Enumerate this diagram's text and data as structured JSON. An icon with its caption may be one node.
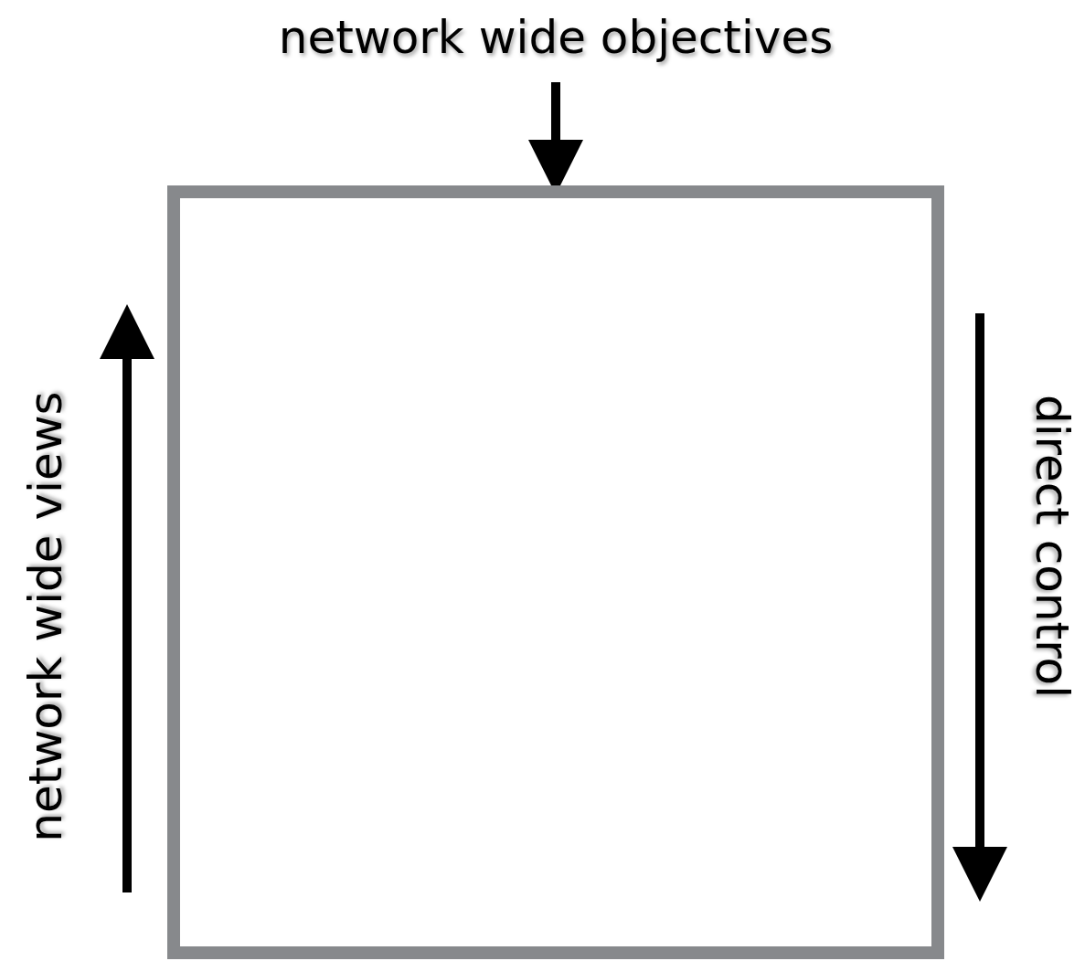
{
  "diagram": {
    "nodes": [
      {
        "text": [
          "network wide objectives"
        ]
      },
      {
        "text": [],
        "shape": "box"
      }
    ],
    "edges": [
      {
        "from": 0,
        "to": 1,
        "arrow": "to"
      }
    ],
    "labels": [
      "network wide views",
      "direct control"
    ]
  }
}
